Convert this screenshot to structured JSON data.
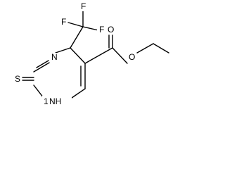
{
  "molecule": {
    "atoms": {
      "n_top": "N",
      "n_bottom": "NH",
      "n_bottom_h": "1",
      "s": "S",
      "f_top": "F",
      "f_right": "F",
      "f_left": "F",
      "o_carbonyl": "O",
      "o_ester": "O"
    }
  }
}
